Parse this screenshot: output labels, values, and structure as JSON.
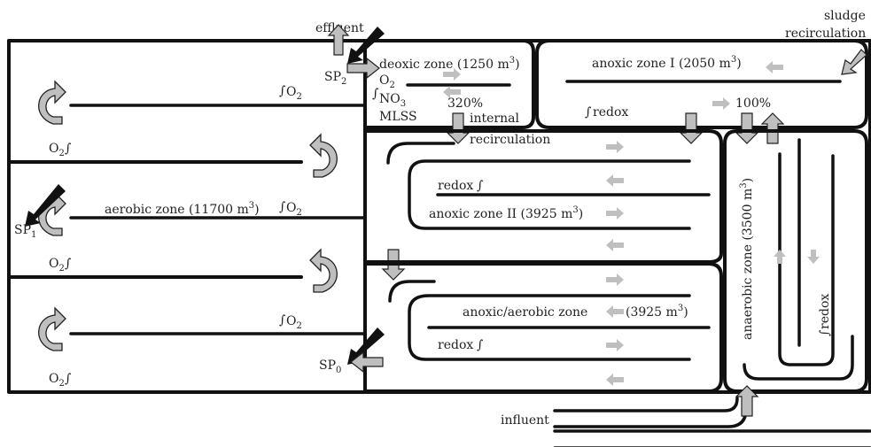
{
  "labels": {
    "effluent": "effluent",
    "sludge_recirculation_1": "sludge",
    "sludge_recirculation_2": "recirculation",
    "sp2": "SP",
    "sp2_sub": "2",
    "sp1": "SP",
    "sp1_sub": "1",
    "sp0": "SP",
    "sp0_sub": "0",
    "deoxic_zone": "deoxic zone (1250 m",
    "anoxic_zone_1": "anoxic zone I (2050 m",
    "anoxic_zone_2": "anoxic zone II (3925 m",
    "anoxic_aerobic_zone": "anoxic/aerobic zone",
    "anoxic_aerobic_volume": "(3925 m",
    "aerobic_zone": "aerobic zone (11700 m",
    "anaerobic_zone": "anaerobic zone (3500 m",
    "cube": "3",
    "close_paren": ")",
    "o2": "O",
    "o2_sub": "2",
    "no3": "NO",
    "no3_sub": "3",
    "mlss": "MLSS",
    "redox": "redox",
    "pct_320": "320%",
    "pct_100": "100%",
    "internal": "internal",
    "recirculation": "recirculation",
    "influent": "influent",
    "integral": "∫"
  },
  "colors": {
    "wall": "#111111",
    "flow_arrow": "#bfbfbf",
    "sample_arrow": "#111111",
    "text": "#222222"
  },
  "icons": {
    "aeration": "curved-arrow-icon",
    "flow": "grey-flow-arrow",
    "sample_point": "black-diagonal-arrow"
  }
}
